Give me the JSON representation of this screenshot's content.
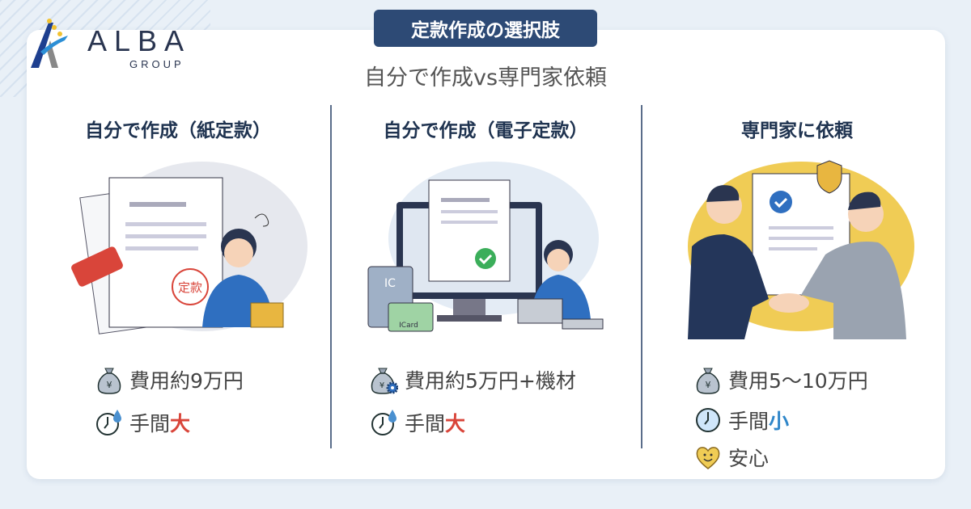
{
  "logo": {
    "name": "ALBA",
    "sub": "GROUP"
  },
  "header": {
    "badge": "定款作成の選択肢",
    "subtitle": "自分で作成vs専門家依頼"
  },
  "colors": {
    "navy": "#2d4a75",
    "red": "#d9453a",
    "blue": "#2f86c9",
    "yellow": "#f0cc55"
  },
  "columns": [
    {
      "title": "自分で作成（紙定款）",
      "stamp_text": "定款",
      "items": [
        {
          "icon": "money-bag-icon",
          "text": "費用約9万円"
        },
        {
          "icon": "clock-sweat-icon",
          "prefix": "手間",
          "emph": "大"
        }
      ]
    },
    {
      "title": "自分で作成（電子定款）",
      "ic_label": "IC",
      "card_label": "ICard",
      "items": [
        {
          "icon": "money-bag-gear-icon",
          "text": "費用約5万円+機材"
        },
        {
          "icon": "clock-sweat-icon",
          "prefix": "手間",
          "emph": "大"
        }
      ]
    },
    {
      "title": "専門家に依頼",
      "items": [
        {
          "icon": "money-bag-icon",
          "text": "費用5〜10万円"
        },
        {
          "icon": "clock-icon",
          "prefix": "手間",
          "emph": "小"
        },
        {
          "icon": "heart-smile-icon",
          "text": "安心"
        }
      ]
    }
  ]
}
